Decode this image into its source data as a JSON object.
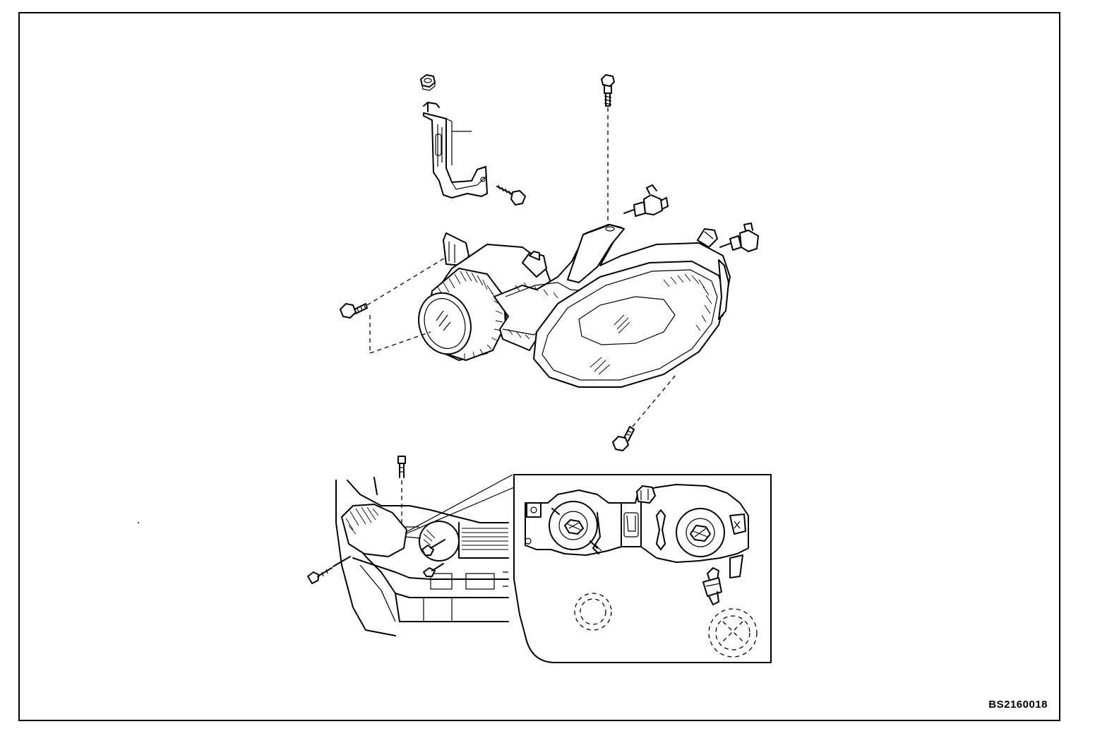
{
  "figure": {
    "id_label": "BS2160018"
  },
  "parts": [
    {
      "name": "mounting-bracket"
    },
    {
      "name": "bracket-nut"
    },
    {
      "name": "bracket-bolt"
    },
    {
      "name": "top-mounting-bolt"
    },
    {
      "name": "headlamp-assembly"
    },
    {
      "name": "projector-lens"
    },
    {
      "name": "main-reflector-lens"
    },
    {
      "name": "bulb-socket-1"
    },
    {
      "name": "bulb-socket-2"
    },
    {
      "name": "side-mounting-bolt"
    },
    {
      "name": "lower-mounting-bolt"
    },
    {
      "name": "vehicle-front-view"
    },
    {
      "name": "rear-detail-inset"
    }
  ]
}
